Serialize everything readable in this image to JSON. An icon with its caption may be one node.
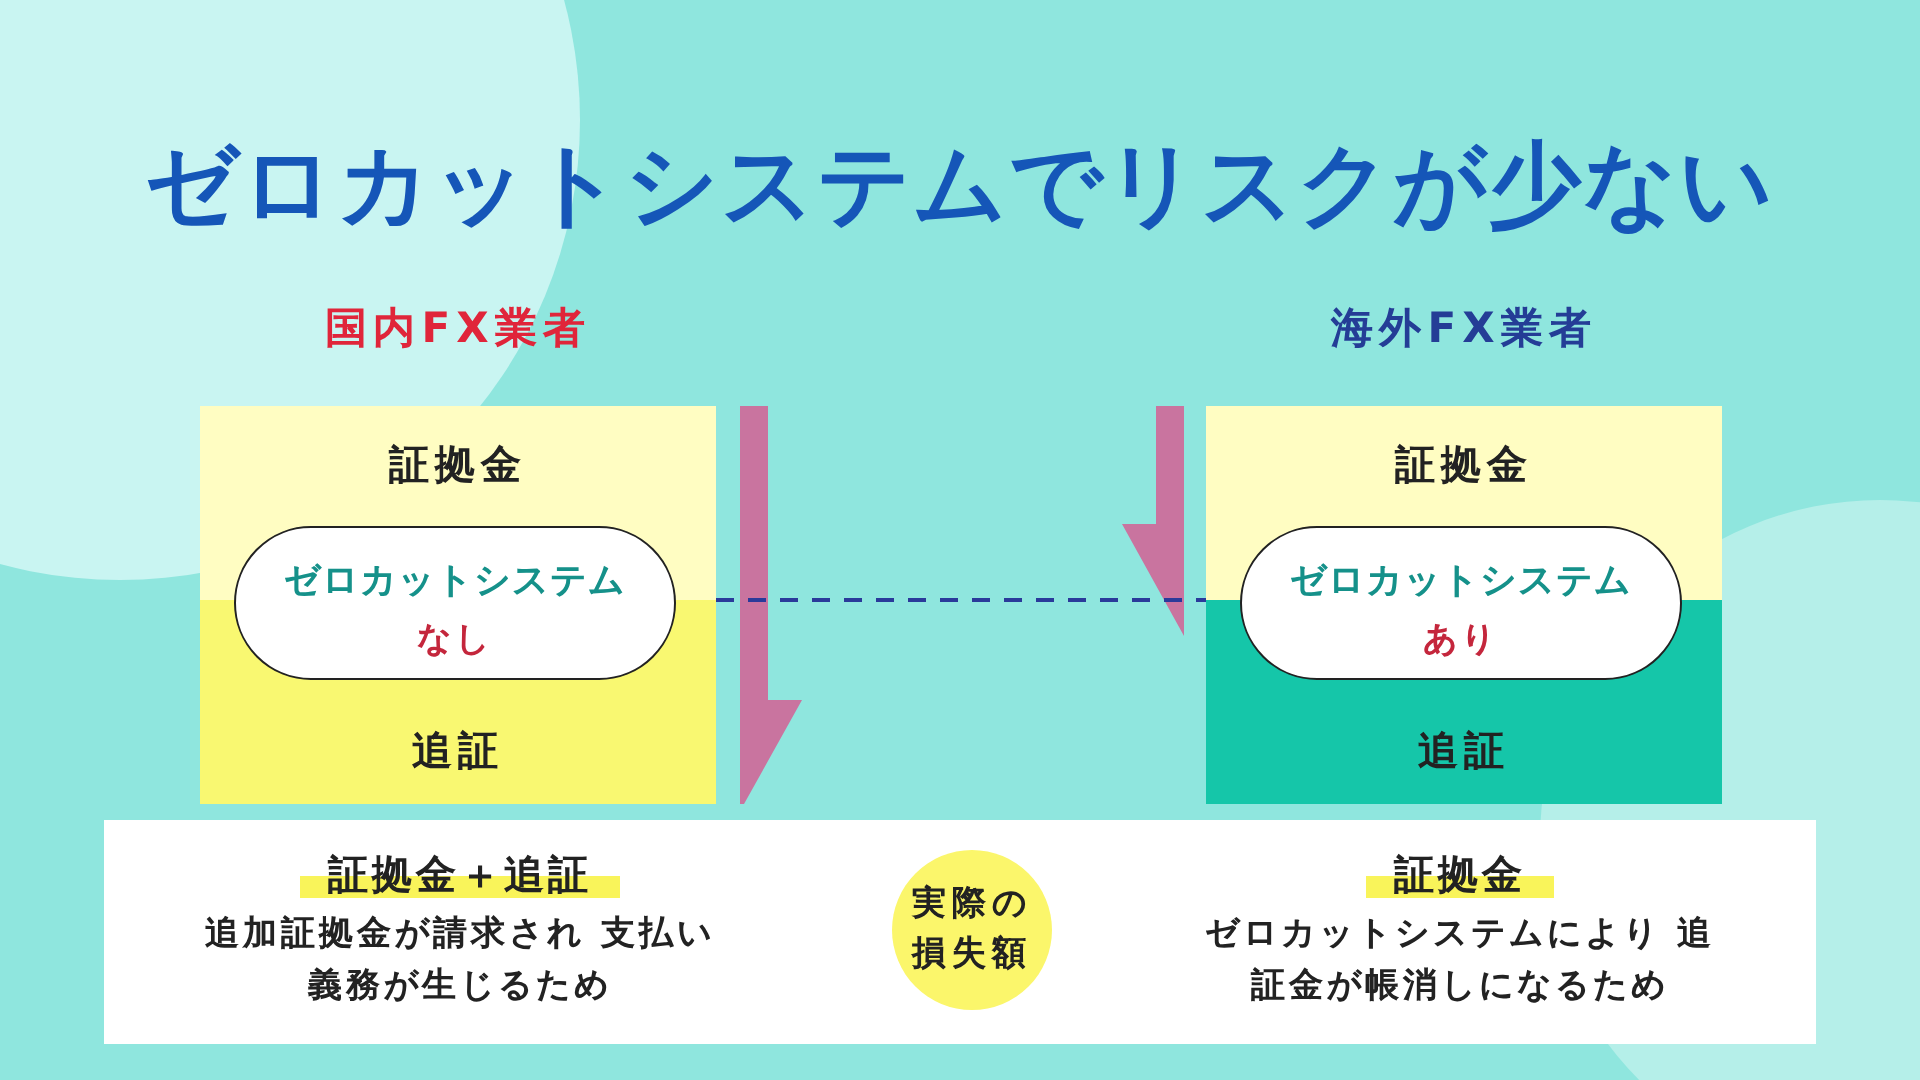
{
  "diagram": {
    "title": "ゼロカットシステムでリスクが少ない",
    "nodes": [
      {
        "text": [
          "国内FX業者",
          "証拠金",
          "追証"
        ]
      },
      {
        "text": [
          "ゼロカットシステム",
          "なし"
        ],
        "in": 0
      },
      {
        "text": [
          "海外FX業者",
          "証拠金",
          "追証"
        ]
      },
      {
        "text": [
          "ゼロカットシステム",
          "あり"
        ],
        "in": 2
      },
      {
        "text": [
          "証拠金＋追証",
          "追加証拠金が請求され 支払い義務が生じるため",
          "証拠金",
          "ゼロカットシステムにより 追証金が帳消しになるため"
        ]
      },
      {
        "text": [
          "実際の損失額"
        ],
        "in": 4
      }
    ],
    "edges": [
      {
        "from": 0,
        "to": 2,
        "arrow": "none",
        "style": "dashed",
        "color": "#2a3a9a"
      }
    ]
  }
}
